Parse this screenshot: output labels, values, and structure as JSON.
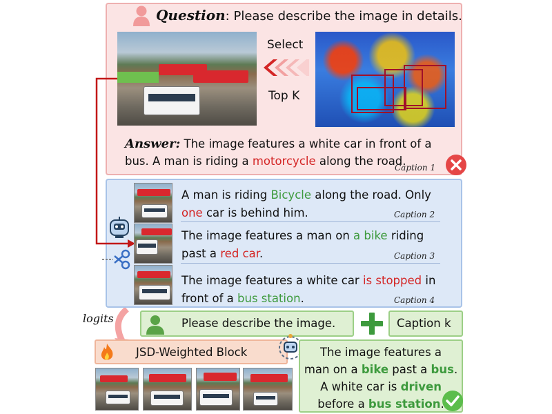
{
  "question": {
    "label": "Question",
    "text": ": Please describe the image in details."
  },
  "select_label": "Select",
  "topk_label": "Top K",
  "answer": {
    "label": "Answer:",
    "line1": "The image features a white car in front of a",
    "line2_a": "bus. A man is riding a ",
    "line2_red": "motorcycle",
    "line2_b": " along the road.",
    "caption": "Caption 1"
  },
  "captions": [
    {
      "l1_a": "A man is riding ",
      "l1_green": "Bicycle",
      "l1_b": " along the road. Only",
      "l2_red": "one",
      "l2_b": " car is behind him.",
      "label": "Caption 2"
    },
    {
      "l1_a": "The image features a man on ",
      "l1_green": "a bike",
      "l1_b": " riding",
      "l2_a": "past a ",
      "l2_red": "red car",
      "l2_b": ".",
      "label": "Caption 3"
    },
    {
      "l1_a": "The image features a white car ",
      "l1_red": "is stopped",
      "l1_b": " in",
      "l2_a": "front of a ",
      "l2_green": "bus station",
      "l2_b": ".",
      "label": "Caption 4"
    }
  ],
  "logits_label": "logits",
  "prompt_box": "Please describe the image.",
  "caption_k": "Caption k",
  "jsd_block": "JSD-Weighted Block",
  "final": {
    "l1": "The image features a",
    "l2_a": "man on a ",
    "l2_g1": "bike",
    "l2_b": " past a ",
    "l2_g2": "bus",
    "l2_c": ".",
    "l3_a": "A white car is ",
    "l3_g": "driven",
    "l4_a": "before a ",
    "l4_g": "bus station",
    "l4_b": "."
  },
  "colors": {
    "wrong": "#d42626",
    "right": "#3d9a3d",
    "arrow": "#c21818"
  },
  "icons": [
    "user-icon",
    "arrow-left-icon",
    "close-icon",
    "robot-icon",
    "scissors-icon",
    "plus-icon",
    "flame-icon",
    "check-icon"
  ]
}
